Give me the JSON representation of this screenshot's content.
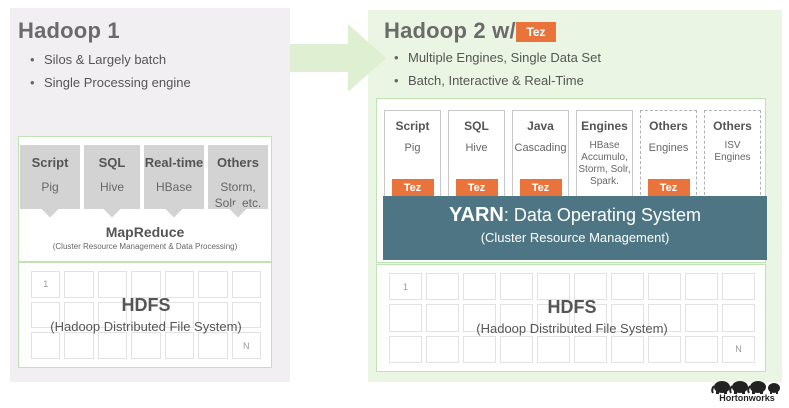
{
  "hadoop1": {
    "title": "Hadoop 1",
    "bullets": [
      "Silos & Largely batch",
      "Single Processing engine"
    ],
    "engines": [
      {
        "title": "Script",
        "sub": "Pig"
      },
      {
        "title": "SQL",
        "sub": "Hive"
      },
      {
        "title": "Real-time",
        "sub": "HBase"
      },
      {
        "title": "Others",
        "sub": "Storm,\nSolr, etc."
      }
    ],
    "mapreduce": {
      "title": "MapReduce",
      "subtitle": "(Cluster Resource Management & Data Processing)"
    },
    "hdfs": {
      "title": "HDFS",
      "subtitle": "(Hadoop Distributed File System)",
      "first_cell": "1",
      "last_cell": "N"
    }
  },
  "hadoop2": {
    "title": "Hadoop 2 w/",
    "tez_badge": "Tez",
    "bullets": [
      "Multiple Engines, Single Data Set",
      "Batch, Interactive & Real-Time"
    ],
    "engines": [
      {
        "title": "Script",
        "sub": "Pig",
        "tez": "Tez",
        "dashed": false
      },
      {
        "title": "SQL",
        "sub": "Hive",
        "tez": "Tez",
        "dashed": false
      },
      {
        "title": "Java",
        "sub": "Cascading",
        "tez": "Tez",
        "dashed": false
      },
      {
        "title": "Engines",
        "sub": "HBase\nAccumulo,\nStorm, Solr,\nSpark.",
        "tez": "",
        "dashed": false
      },
      {
        "title": "Others",
        "sub": "Engines",
        "tez": "Tez",
        "dashed": true
      },
      {
        "title": "Others",
        "sub": "ISV\nEngines",
        "tez": "",
        "dashed": true
      }
    ],
    "yarn": {
      "name": "YARN",
      "title_rest": ": Data Operating System",
      "subtitle": "(Cluster Resource Management)"
    },
    "hdfs": {
      "title": "HDFS",
      "subtitle": "(Hadoop Distributed File System)",
      "first_cell": "1",
      "last_cell": "N"
    }
  },
  "logo": {
    "text": "Hortonworks",
    "icon": "elephants-logo"
  },
  "colors": {
    "accent": "#e8743b",
    "yarn": "#4d7583",
    "h1_bg": "#f2eff3",
    "h2_bg": "#eaf5e3",
    "border_green": "#bfe3b4"
  }
}
